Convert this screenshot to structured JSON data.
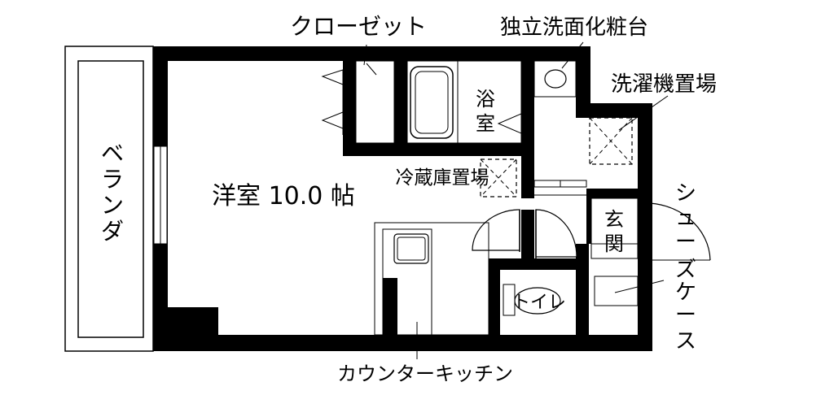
{
  "labels": {
    "closet": "クローゼット",
    "vanity": "独立洗面化粧台",
    "washer": "洗濯機置場",
    "bath_1": "浴",
    "bath_2": "室",
    "fridge": "冷蔵庫置場",
    "room": "洋室 10.0 帖",
    "veranda": [
      "ベ",
      "ラ",
      "ン",
      "ダ"
    ],
    "entrance_1": "玄",
    "entrance_2": "関",
    "shoe_case": [
      "シ",
      "ュ",
      "ー",
      "ズ",
      "ケ",
      "ー",
      "ス"
    ],
    "toilet": "トイレ",
    "kitchen": "カウンターキッチン"
  },
  "colors": {
    "wall": "#000000",
    "line": "#000000",
    "background": "#ffffff"
  }
}
